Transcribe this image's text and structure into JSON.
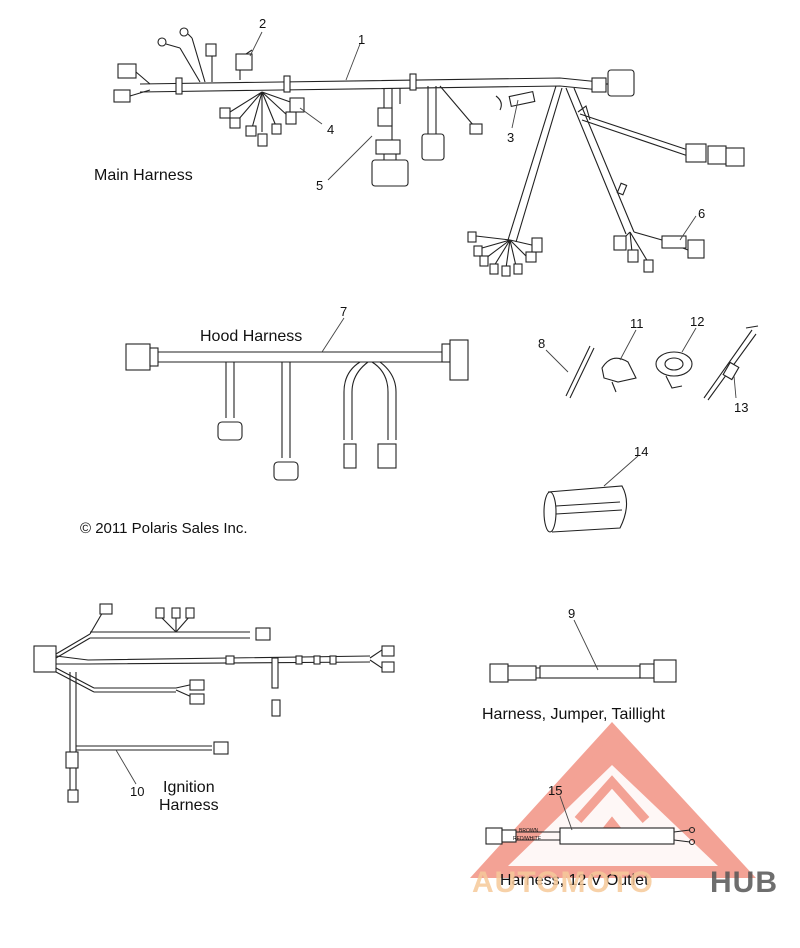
{
  "labels": {
    "main_harness": "Main Harness",
    "hood_harness": "Hood Harness",
    "copyright": "© 2011 Polaris Sales Inc.",
    "jumper_taillight": "Harness, Jumper, Taillight",
    "ignition_line1": "Ignition",
    "ignition_line2": "Harness",
    "outlet_12v": "Harness, 12 V Outlet",
    "wire_brown": "BROWN",
    "wire_red_white": "RED/WHITE"
  },
  "callouts": [
    "1",
    "2",
    "3",
    "4",
    "5",
    "6",
    "7",
    "8",
    "9",
    "10",
    "11",
    "12",
    "13",
    "14",
    "15"
  ],
  "watermark": {
    "part1": "AUTOMOTO",
    "part2": "HUB",
    "color_main": "#f08878",
    "color_accent": "#f6c99a",
    "color_hub": "#555555"
  },
  "colors": {
    "line": "#222222",
    "callout_line": "#444444"
  }
}
